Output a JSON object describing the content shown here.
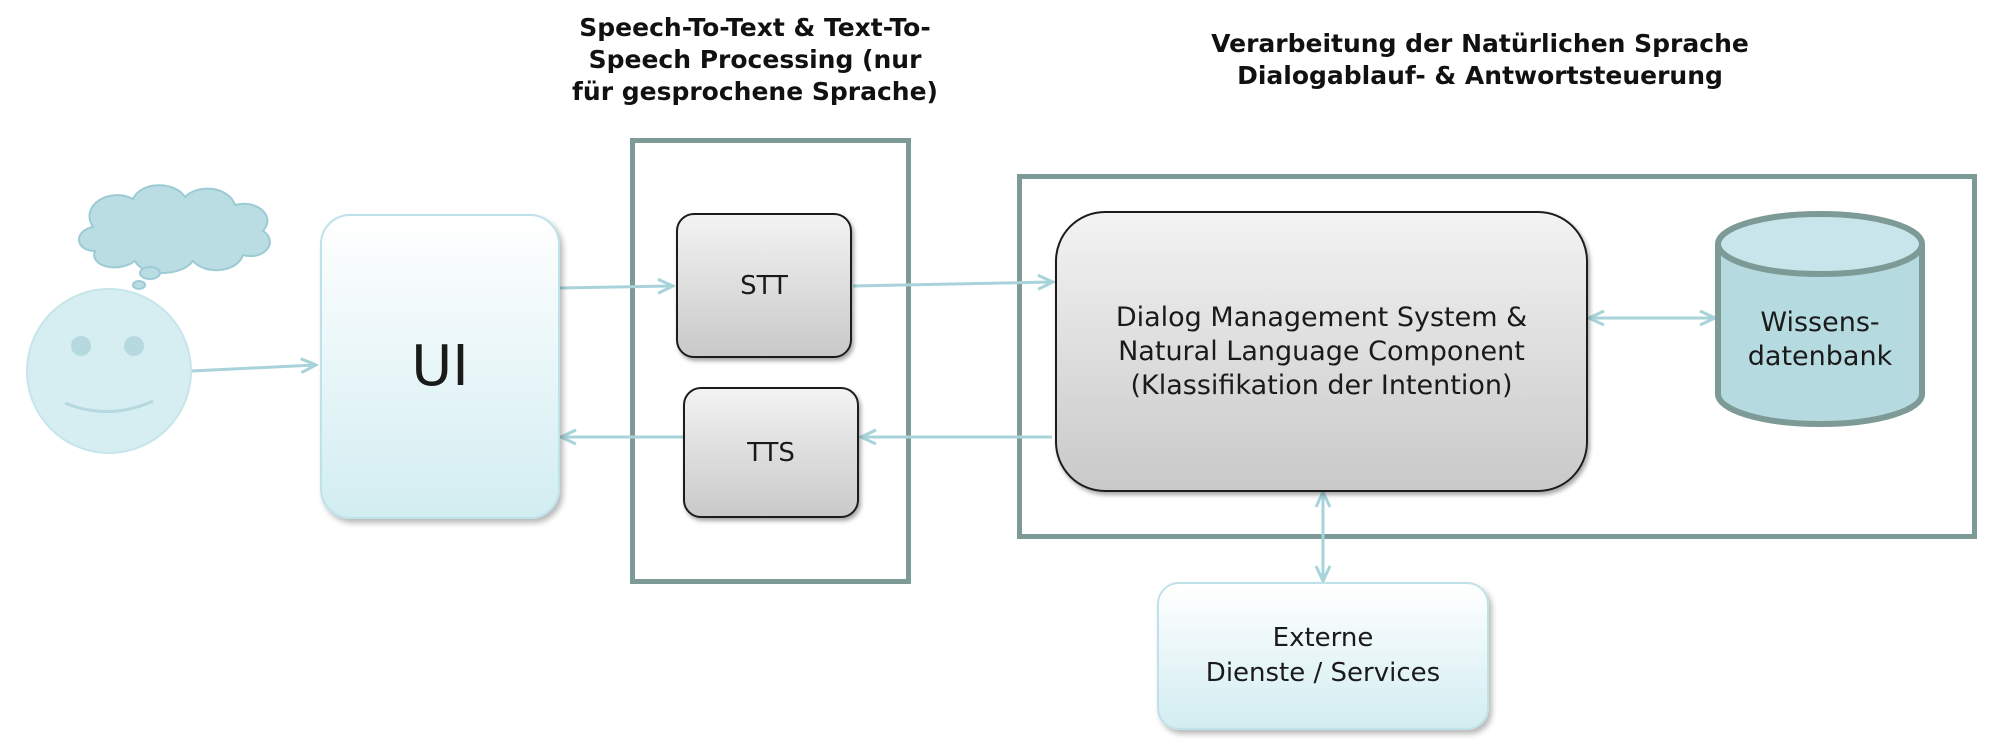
{
  "headings": {
    "stt_tts": [
      "Speech-To-Text & Text-To-",
      "Speech Processing (nur",
      "für gesprochene Sprache)"
    ],
    "nlp": [
      "Verarbeitung der Natürlichen Sprache",
      "Dialogablauf- & Antwortsteuerung"
    ]
  },
  "boxes": {
    "ui": "UI",
    "stt": "STT",
    "tts": "TTS",
    "dms": [
      "Dialog Management System &",
      "Natural Language Component",
      "(Klassifikation der Intention)"
    ],
    "knowledge_base": [
      "Wissens-",
      "datenbank"
    ],
    "external": [
      "Externe",
      "Dienste / Services"
    ]
  },
  "colors": {
    "arrow": "#a9d3da",
    "frame": "#7d9a96",
    "light_fill": "#d2edf1",
    "db_fill": "#b5dbe1",
    "db_stroke": "#7d9a96",
    "face_fill": "#d6eef2"
  }
}
